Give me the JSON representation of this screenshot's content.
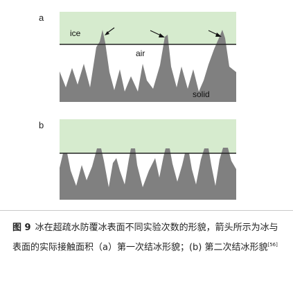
{
  "panel_a": {
    "letter": "a",
    "ice_label": "ice",
    "air_label": "air",
    "solid_label": "solid"
  },
  "panel_b": {
    "letter": "b"
  },
  "colors": {
    "ice": "#d6ebce",
    "solid": "#808080",
    "interface_line": "#222222",
    "arrow": "#111111"
  },
  "caption": {
    "figure_number": "图 9",
    "text": "冰在超疏水防覆冰表面不同实验次数的形貌，箭头所示为冰与表面的实际接触面积（a）第一次结冰形貌；(b) 第二次结冰形貌",
    "citation": "[56]"
  }
}
